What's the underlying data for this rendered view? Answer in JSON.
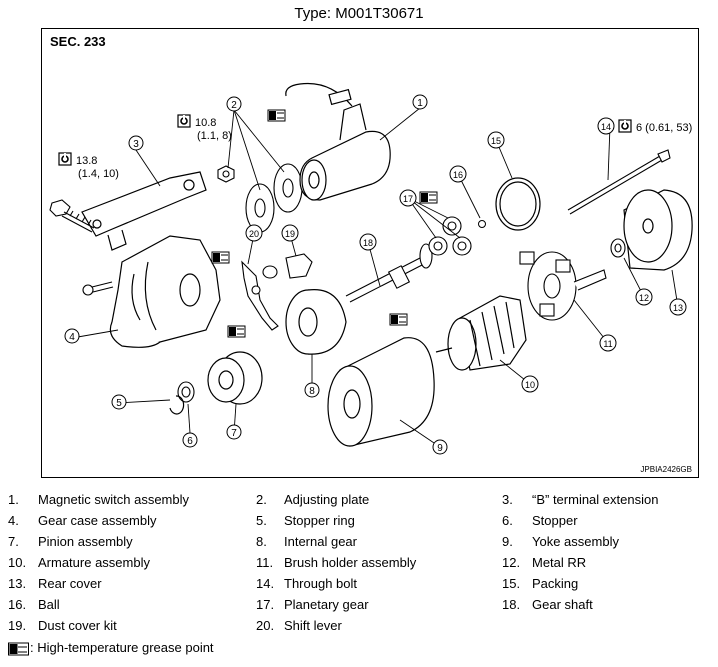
{
  "title": "Type: M001T30671",
  "section": "SEC. 233",
  "figure_id": "JPBIA2426GB",
  "torques": {
    "t1_value": "13.8",
    "t1_sub": "(1.4, 10)",
    "t2_value": "10.8",
    "t2_sub": "(1.1, 8)",
    "t3_value": "6 (0.61, 53)"
  },
  "callouts": [
    "1",
    "2",
    "3",
    "4",
    "5",
    "6",
    "7",
    "8",
    "9",
    "10",
    "11",
    "12",
    "13",
    "14",
    "15",
    "16",
    "17",
    "18",
    "19",
    "20"
  ],
  "legend": [
    {
      "num": "1.",
      "label": "Magnetic switch assembly"
    },
    {
      "num": "2.",
      "label": "Adjusting plate"
    },
    {
      "num": "3.",
      "label": "“B” terminal extension"
    },
    {
      "num": "4.",
      "label": "Gear case assembly"
    },
    {
      "num": "5.",
      "label": "Stopper ring"
    },
    {
      "num": "6.",
      "label": "Stopper"
    },
    {
      "num": "7.",
      "label": "Pinion assembly"
    },
    {
      "num": "8.",
      "label": "Internal gear"
    },
    {
      "num": "9.",
      "label": "Yoke assembly"
    },
    {
      "num": "10.",
      "label": "Armature assembly"
    },
    {
      "num": "11.",
      "label": "Brush holder assembly"
    },
    {
      "num": "12.",
      "label": "Metal RR"
    },
    {
      "num": "13.",
      "label": "Rear cover"
    },
    {
      "num": "14.",
      "label": "Through bolt"
    },
    {
      "num": "15.",
      "label": "Packing"
    },
    {
      "num": "16.",
      "label": "Ball"
    },
    {
      "num": "17.",
      "label": "Planetary gear"
    },
    {
      "num": "18.",
      "label": "Gear shaft"
    },
    {
      "num": "19.",
      "label": "Dust cover kit"
    },
    {
      "num": "20.",
      "label": "Shift lever"
    }
  ],
  "grease_note": ": High-temperature grease point"
}
